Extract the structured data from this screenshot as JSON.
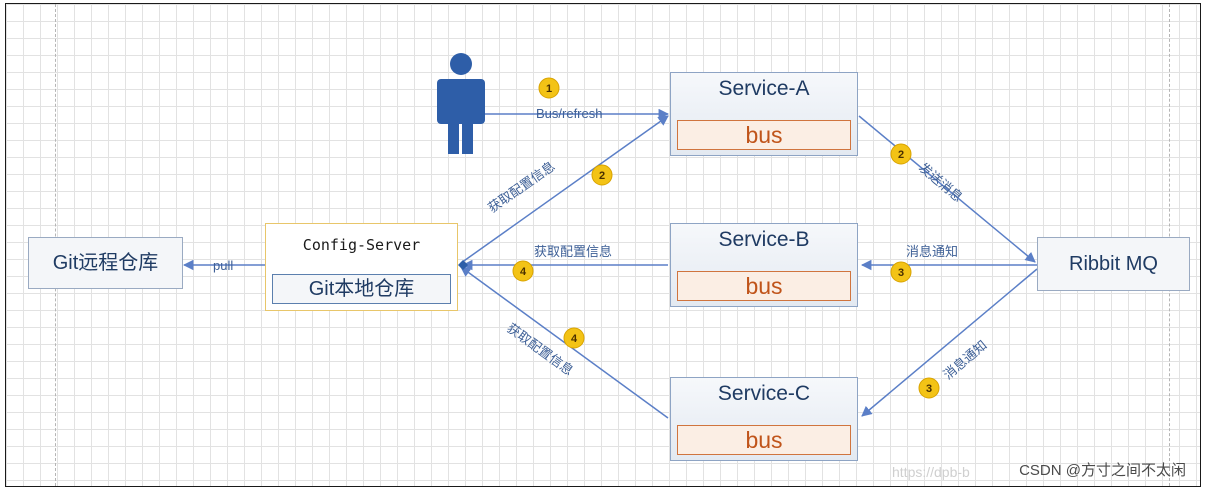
{
  "nodes": {
    "service_a": {
      "title": "Service-A",
      "bus": "bus"
    },
    "service_b": {
      "title": "Service-B",
      "bus": "bus"
    },
    "service_c": {
      "title": "Service-C",
      "bus": "bus"
    },
    "git_remote": "Git远程仓库",
    "config_server": {
      "title": "Config-Server",
      "local_repo": "Git本地仓库"
    },
    "mq": "Ribbit MQ"
  },
  "edges": {
    "refresh": {
      "label": "Bus/refresh",
      "step": "1"
    },
    "a_fetch": {
      "label": "获取配置信息",
      "step": "2"
    },
    "a_to_mq": {
      "label": "发送消息",
      "step": "2"
    },
    "b_fetch": {
      "label": "获取配置信息",
      "step": "4"
    },
    "mq_to_b": {
      "label": "消息通知",
      "step": "3"
    },
    "c_fetch": {
      "label": "获取配置信息",
      "step": "4"
    },
    "mq_to_c": {
      "label": "消息通知",
      "step": "3"
    },
    "pull": {
      "label": "pull"
    }
  },
  "colors": {
    "line": "#5b7fc7",
    "badge": "#f3c316",
    "person": "#2e5ea8",
    "bus_text": "#c0541a"
  },
  "icons": {
    "user": "person-icon"
  },
  "watermark": "CSDN @方寸之间不太闲",
  "watermark_faint": "https://dpb-b"
}
